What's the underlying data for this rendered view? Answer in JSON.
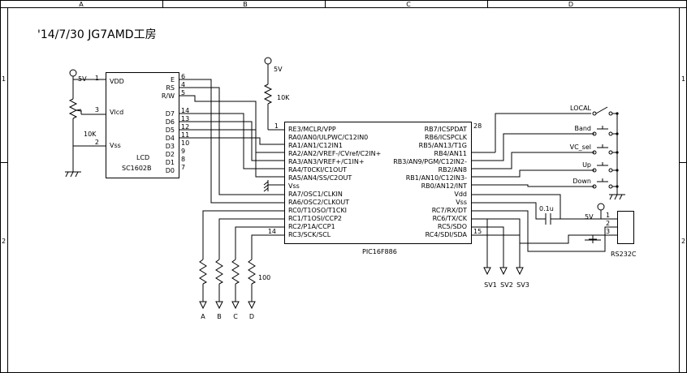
{
  "frame": {
    "col_labels": [
      "A",
      "B",
      "C",
      "D"
    ],
    "row_labels": [
      "1",
      "2"
    ]
  },
  "title": "'14/7/30 JG7AMD工房",
  "lcd": {
    "name": "LCD",
    "part": "SC1602B",
    "left_pins": [
      {
        "num": "1",
        "name": "VDD"
      },
      {
        "num": "3",
        "name": "Vlcd"
      },
      {
        "num": "2",
        "name": "Vss"
      }
    ],
    "right_pins": [
      {
        "num": "6",
        "name": "E"
      },
      {
        "num": "4",
        "name": "RS"
      },
      {
        "num": "5",
        "name": "R/W"
      },
      {
        "num": "14",
        "name": "D7"
      },
      {
        "num": "13",
        "name": "D6"
      },
      {
        "num": "12",
        "name": "D5"
      },
      {
        "num": "11",
        "name": "D4"
      },
      {
        "num": "10",
        "name": "D3"
      },
      {
        "num": "9",
        "name": "D2"
      },
      {
        "num": "8",
        "name": "D1"
      },
      {
        "num": "7",
        "name": "D0"
      }
    ]
  },
  "pot_supply": "5V",
  "pot_value": "10K",
  "pullup_supply": "5V",
  "pullup_value": "10K",
  "mcu": {
    "part": "PIC16F886",
    "pin1": "1",
    "pin14": "14",
    "pin15": "15",
    "pin28": "28",
    "left_pins": [
      "RE3/MCLR/VPP",
      "RA0/AN0/ULPWC/C12IN0",
      "RA1/AN1/C12IN1",
      "RA2/AN2/VREF-/CVref/C2IN+",
      "RA3/AN3/VREF+/C1IN+",
      "RA4/T0CKI/C1OUT",
      "RA5/AN4/SS/C2OUT",
      "Vss",
      "RA7/OSC1/CLKIN",
      "RA6/OSC2/CLKOUT",
      "RC0/T1OSO/T1CKI",
      "RC1/T1OSI/CCP2",
      "RC2/P1A/CCP1",
      "RC3/SCK/SCL"
    ],
    "right_pins": [
      "RB7/ICSPDAT",
      "RB6/ICSPCLK",
      "RB5/AN13/T1G",
      "RB4/AN11",
      "RB3/AN9/PGM/C12IN2-",
      "RB2/AN8",
      "RB1/AN10/C12IN3-",
      "RB0/AN12/INT",
      "Vdd",
      "Vss",
      "RC7/RX/DT",
      "RC6/TX/CK",
      "RC5/SDO",
      "RC4/SDI/SDA"
    ]
  },
  "switches": [
    "LOCAL",
    "Band",
    "VC_sel",
    "Up",
    "Down"
  ],
  "capacitor": "0.1u",
  "rs232": {
    "name": "RS232C",
    "supply": "5V",
    "pins": [
      "1",
      "2",
      "3"
    ]
  },
  "resistor_outputs": {
    "value": "100",
    "labels": [
      "A",
      "B",
      "C",
      "D"
    ]
  },
  "sv_labels": [
    "SV1",
    "SV2",
    "SV3"
  ]
}
